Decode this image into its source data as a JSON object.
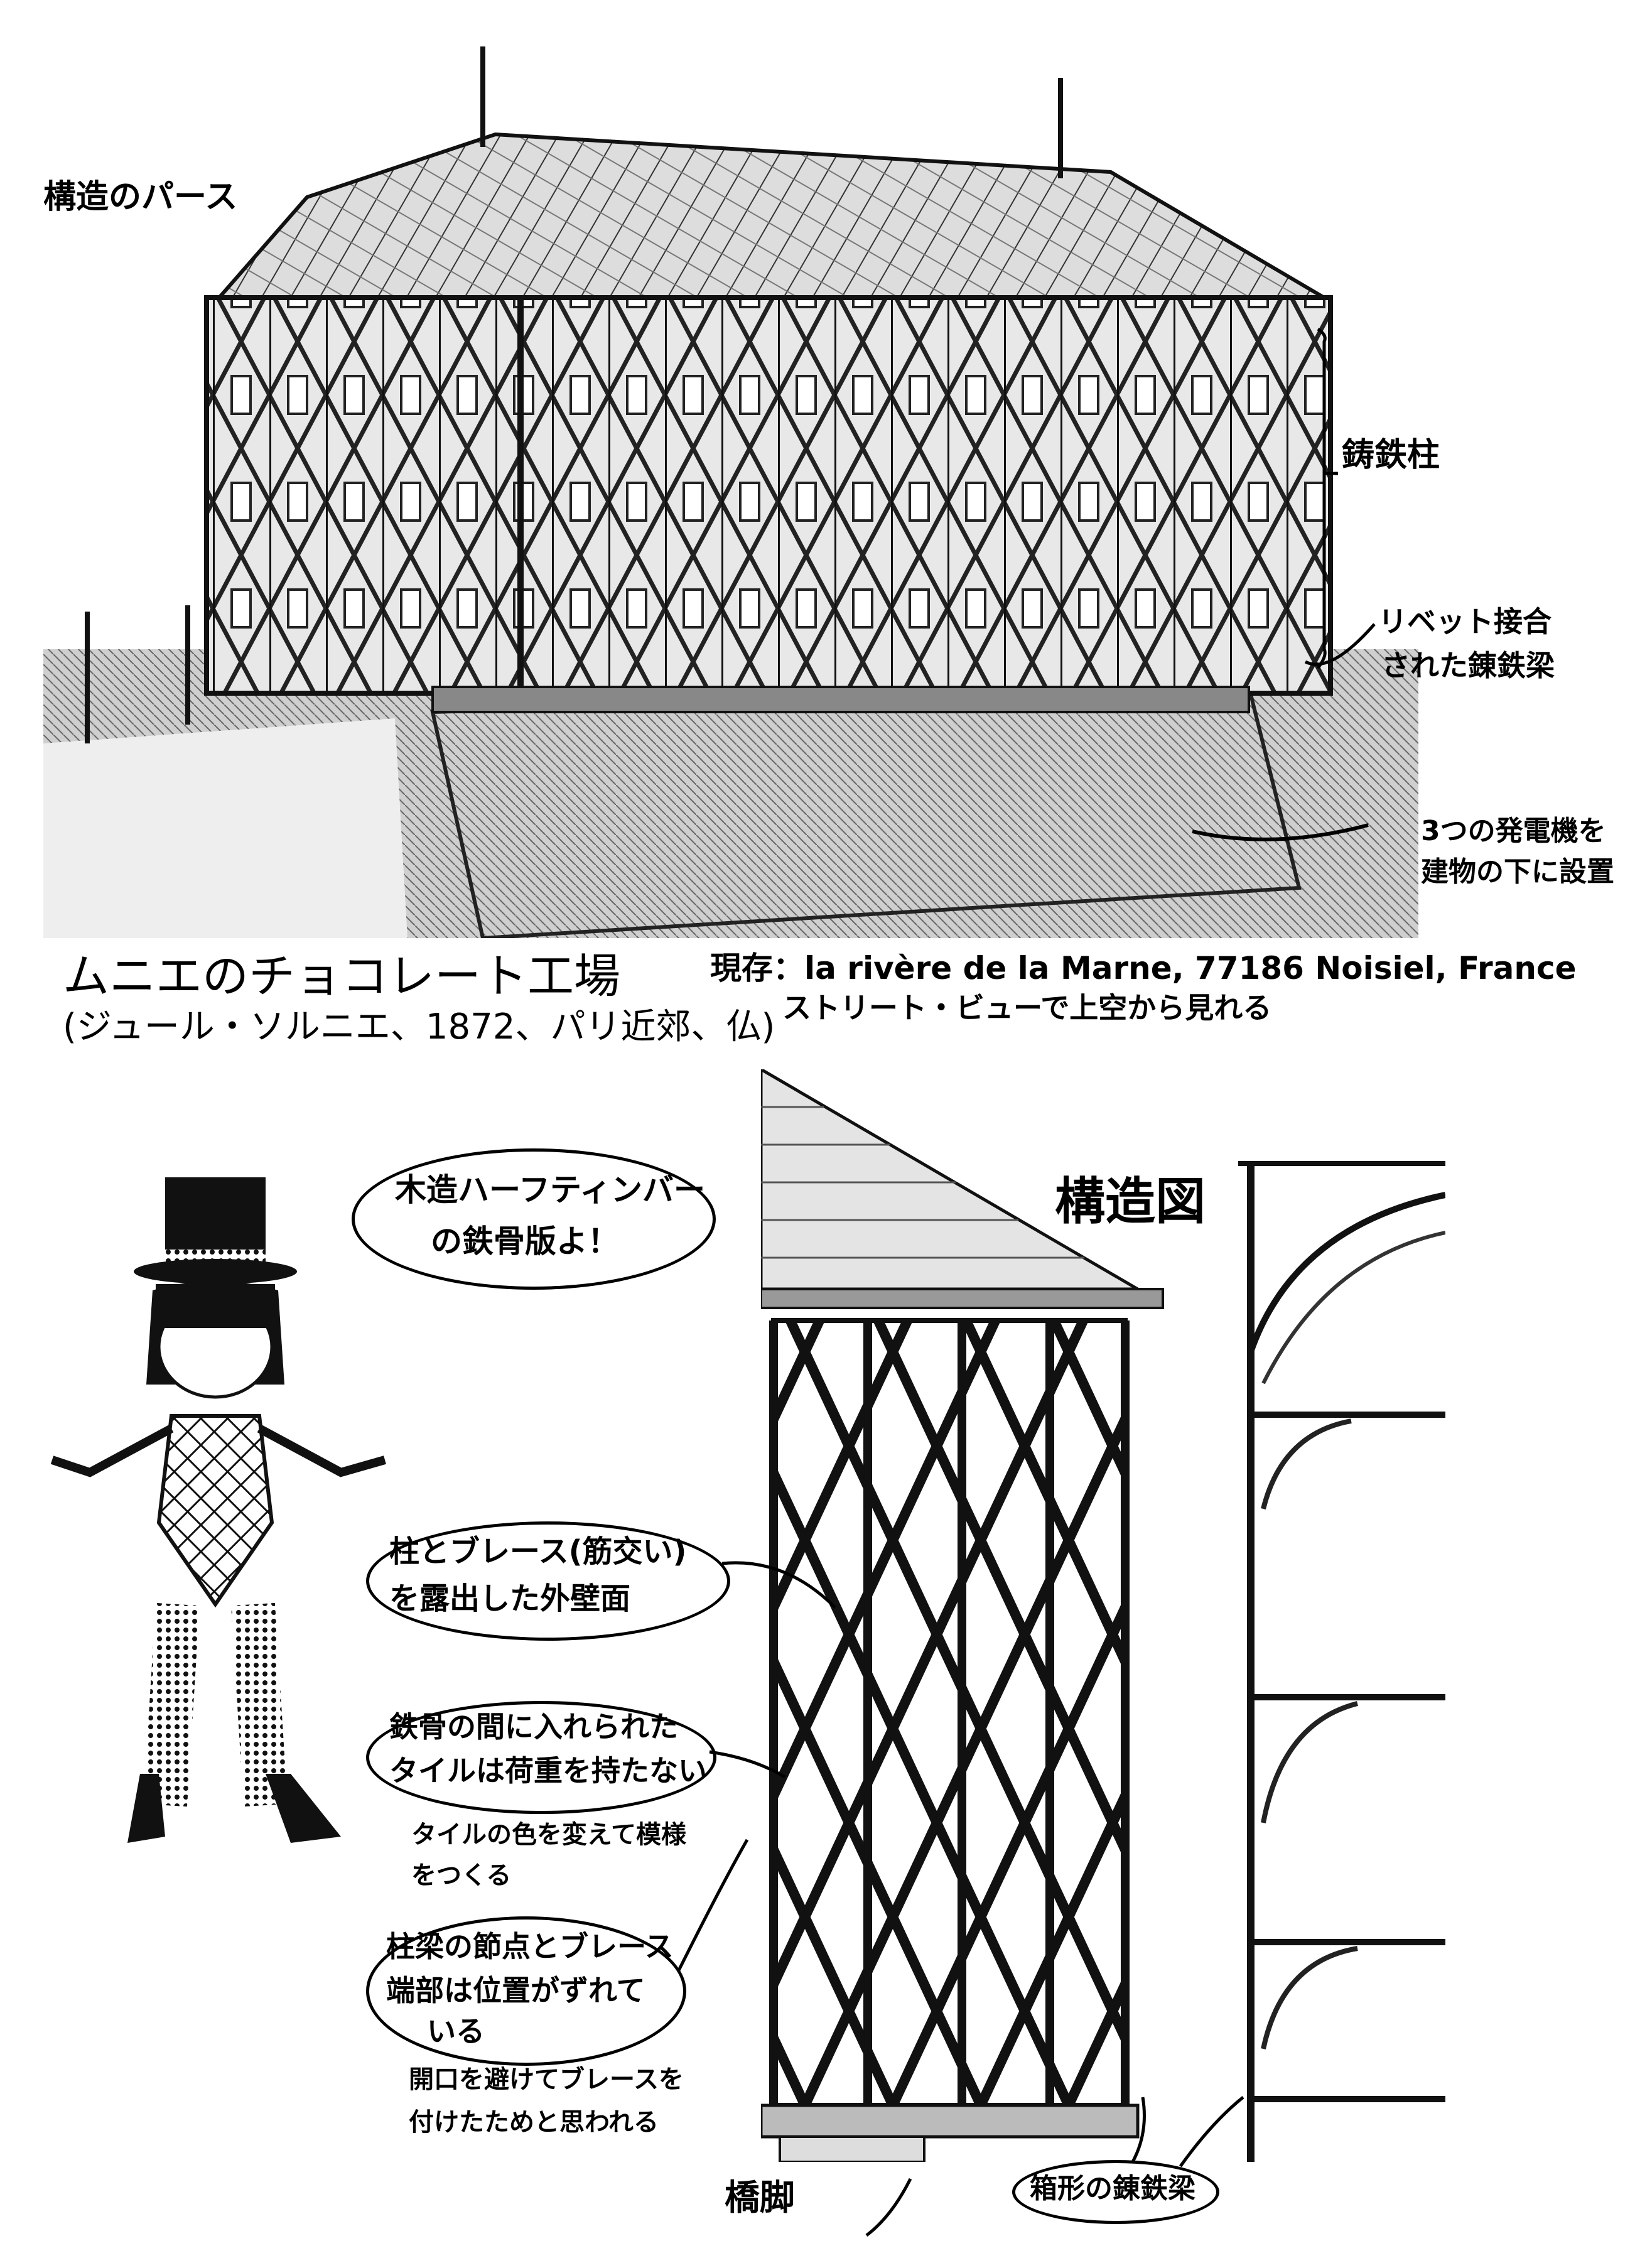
{
  "top": {
    "perspective_label": "構造のパース",
    "cast_iron_columns": "鋳鉄柱",
    "riveted_beam_line1": "リベット接合",
    "riveted_beam_line2": "された錬鉄梁",
    "generators_line1": "3つの発電機を",
    "generators_line2": "建物の下に設置",
    "title": "ムニエのチョコレート工場",
    "subtitle": "(ジュール・ソルニエ、1872、パリ近郊、仏)",
    "location_line1": "現存：la rivère de la Marne, 77186 Noisiel, France",
    "location_line2": "ストリート・ビューで上空から見れる"
  },
  "bottom": {
    "structure_label": "構造図",
    "speech_line1": "木造ハーフティンバー",
    "speech_line2": "の鉄骨版よ！",
    "note1_line1": "柱とブレース(筋交い)",
    "note1_line2": "を露出した外壁面",
    "note2_line1": "鉄骨の間に入れられた",
    "note2_line2": "タイルは荷重を持たない",
    "note2_sub_line1": "タイルの色を変えて模様",
    "note2_sub_line2": "をつくる",
    "note3_line1": "柱梁の節点とブレース",
    "note3_line2": "端部は位置がずれて",
    "note3_line3": "いる",
    "note3_sub_line1": "開口を避けてブレースを",
    "note3_sub_line2": "付けたためと思われる",
    "pier_label": "橋脚",
    "box_beam_label": "箱形の錬鉄梁"
  }
}
